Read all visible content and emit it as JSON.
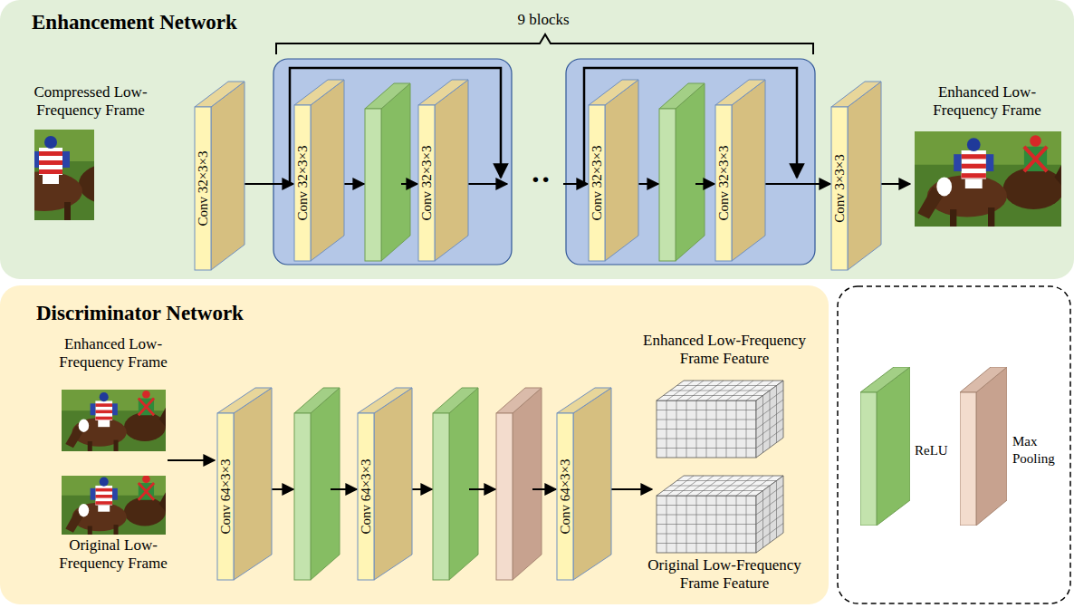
{
  "diagram": {
    "nodes": [
      {
        "text": [
          "Enhancement Network"
        ]
      },
      {
        "text": [
          "Conv 32×3×3"
        ],
        "in": 0
      },
      {
        "text": [
          "Conv 32×3×3"
        ],
        "in": 0
      },
      {
        "text": [
          "Conv 32×3×3"
        ],
        "in": 0
      },
      {
        "text": [
          "Conv 32×3×3"
        ],
        "in": 0
      },
      {
        "text": [
          "Conv 32×3×3"
        ],
        "in": 0
      },
      {
        "text": [
          "Conv 3×3×3"
        ],
        "in": 0
      },
      {
        "text": [
          "Discriminator Network"
        ]
      },
      {
        "text": [
          "Conv 64×3×3"
        ],
        "in": 7
      },
      {
        "text": [
          "Conv 64×3×3"
        ],
        "in": 7
      },
      {
        "text": [
          "Conv 64×3×3"
        ],
        "in": 7
      }
    ],
    "edges": [
      {
        "from": 1,
        "to": 2,
        "arrow": "to"
      },
      {
        "from": 5,
        "to": 6,
        "arrow": "to"
      }
    ],
    "labels": [
      "9 blocks",
      "Compressed Low-Frequency Frame",
      "··",
      "Enhanced Low-Frequency Frame",
      "Enhanced Low-Frequency Frame",
      "Original Low-Frequency Frame",
      "Enhanced Low-Frequency Frame Feature",
      "Original Low-Frequency Frame Feature"
    ],
    "legend": [
      {
        "text": "ReLU",
        "color": "#86bd63"
      },
      {
        "text": "Max Pooling",
        "color": "#c7a28f"
      }
    ]
  }
}
